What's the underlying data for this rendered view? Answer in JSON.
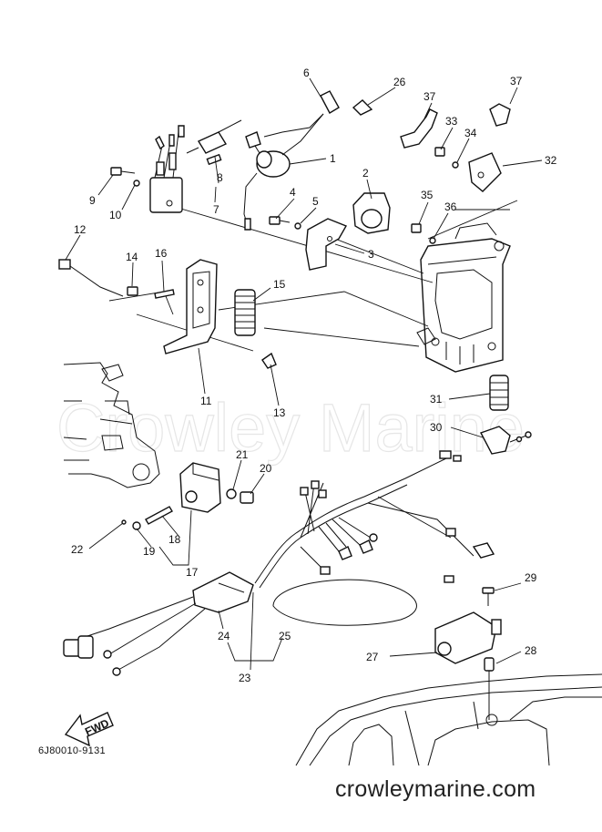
{
  "watermark_text": "Crowley Marine",
  "drawing_code": "6J80010-9131",
  "site_url": "crowleymarine.com",
  "fwd_label": "FWD",
  "callouts": [
    "1",
    "2",
    "3",
    "4",
    "5",
    "6",
    "7",
    "8",
    "9",
    "10",
    "11",
    "12",
    "13",
    "14",
    "15",
    "16",
    "17",
    "18",
    "19",
    "20",
    "21",
    "22",
    "23",
    "24",
    "25",
    "26",
    "27",
    "28",
    "29",
    "30",
    "31",
    "32",
    "33",
    "34",
    "35",
    "36",
    "37",
    "37"
  ]
}
